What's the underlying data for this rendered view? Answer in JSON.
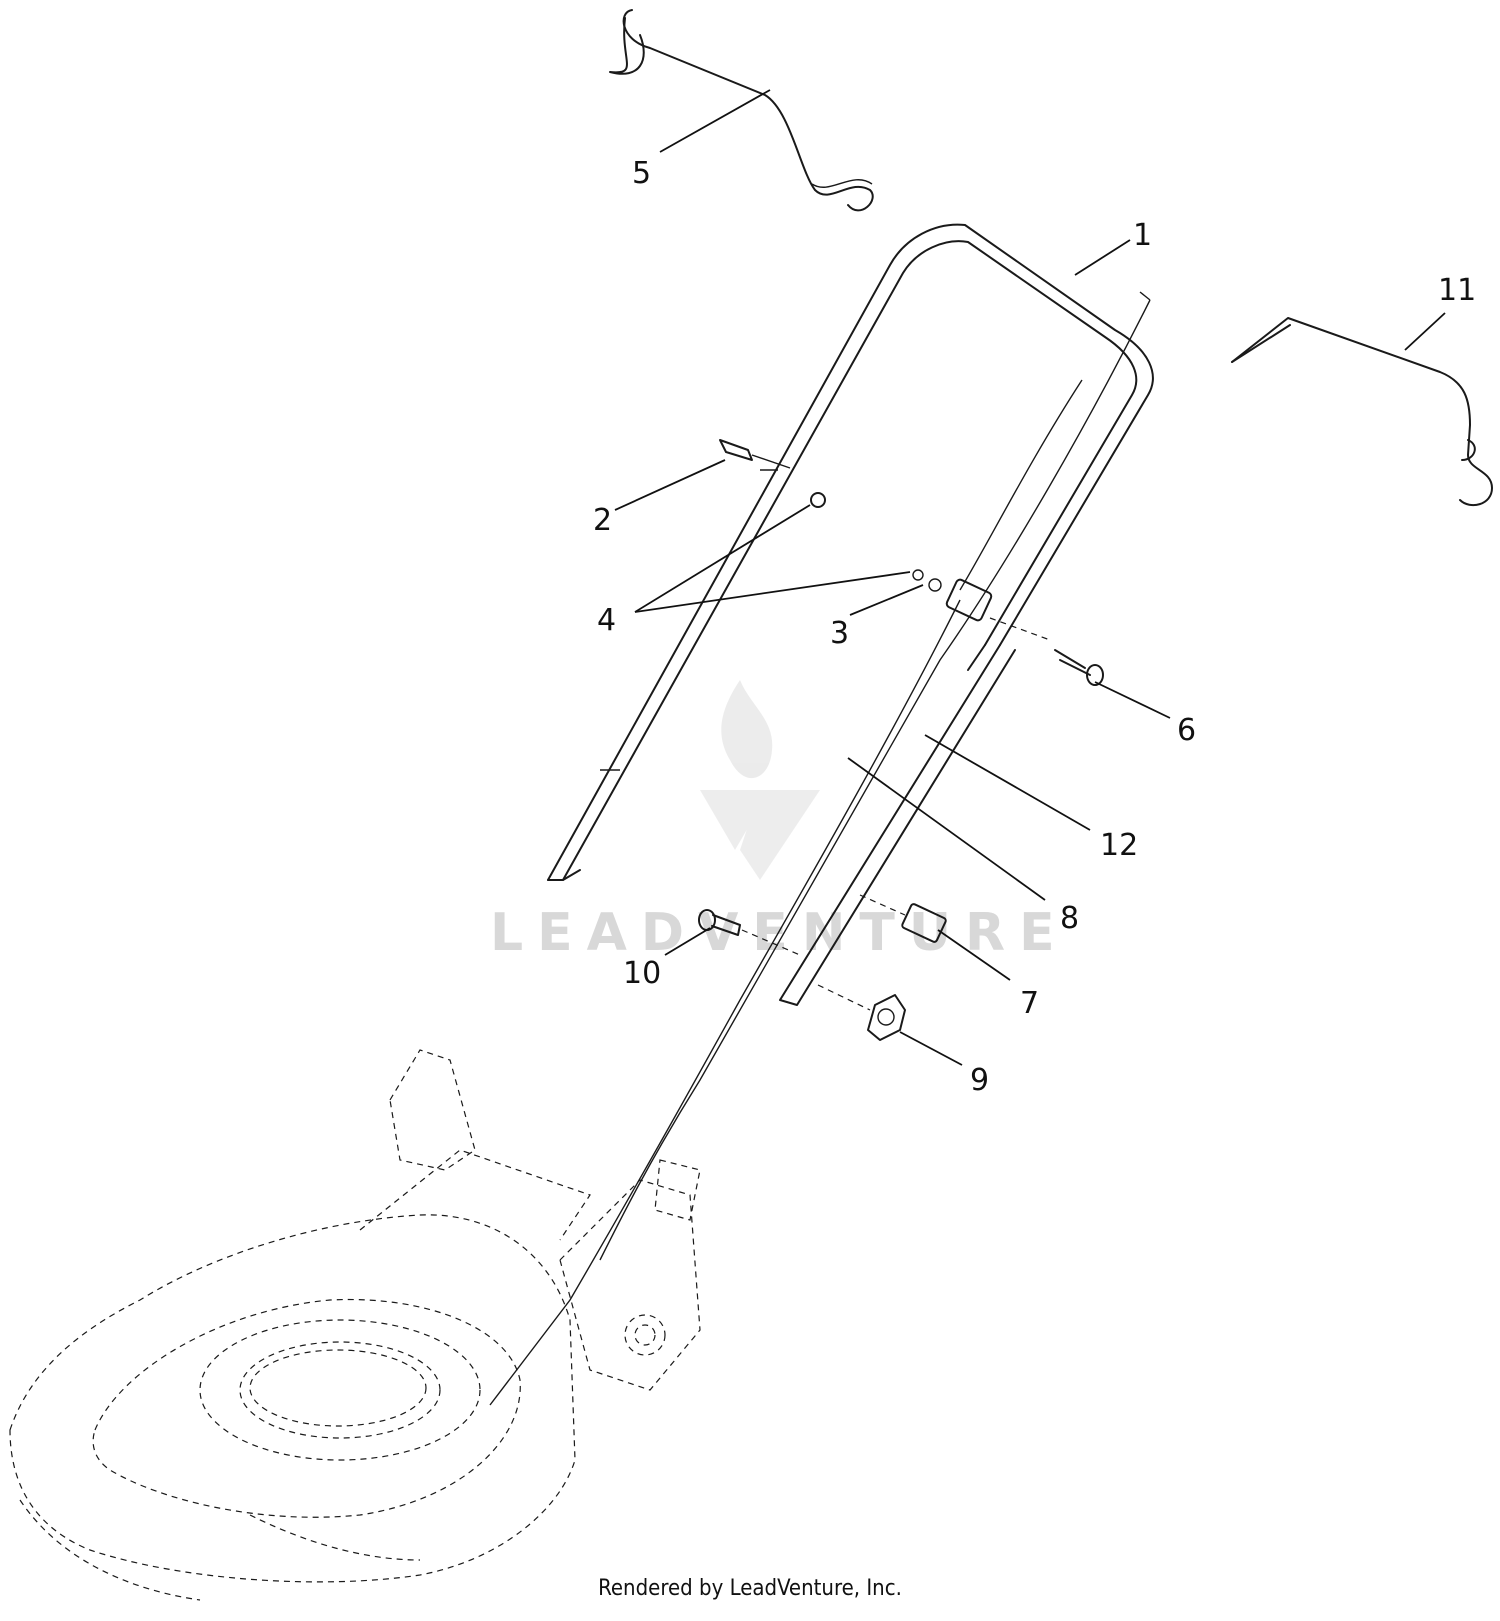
{
  "diagram": {
    "callouts": [
      {
        "id": "callout-1",
        "label": "1"
      },
      {
        "id": "callout-2",
        "label": "2"
      },
      {
        "id": "callout-3",
        "label": "3"
      },
      {
        "id": "callout-4",
        "label": "4"
      },
      {
        "id": "callout-5",
        "label": "5"
      },
      {
        "id": "callout-6",
        "label": "6"
      },
      {
        "id": "callout-7",
        "label": "7"
      },
      {
        "id": "callout-8",
        "label": "8"
      },
      {
        "id": "callout-9",
        "label": "9"
      },
      {
        "id": "callout-10",
        "label": "10"
      },
      {
        "id": "callout-11",
        "label": "11"
      },
      {
        "id": "callout-12",
        "label": "12"
      }
    ],
    "watermark": "LEADVENTURE",
    "footer": "Rendered by LeadVenture, Inc."
  },
  "colors": {
    "line": "#1a1a1a",
    "watermark": "#d8d8d8",
    "background": "#ffffff"
  }
}
